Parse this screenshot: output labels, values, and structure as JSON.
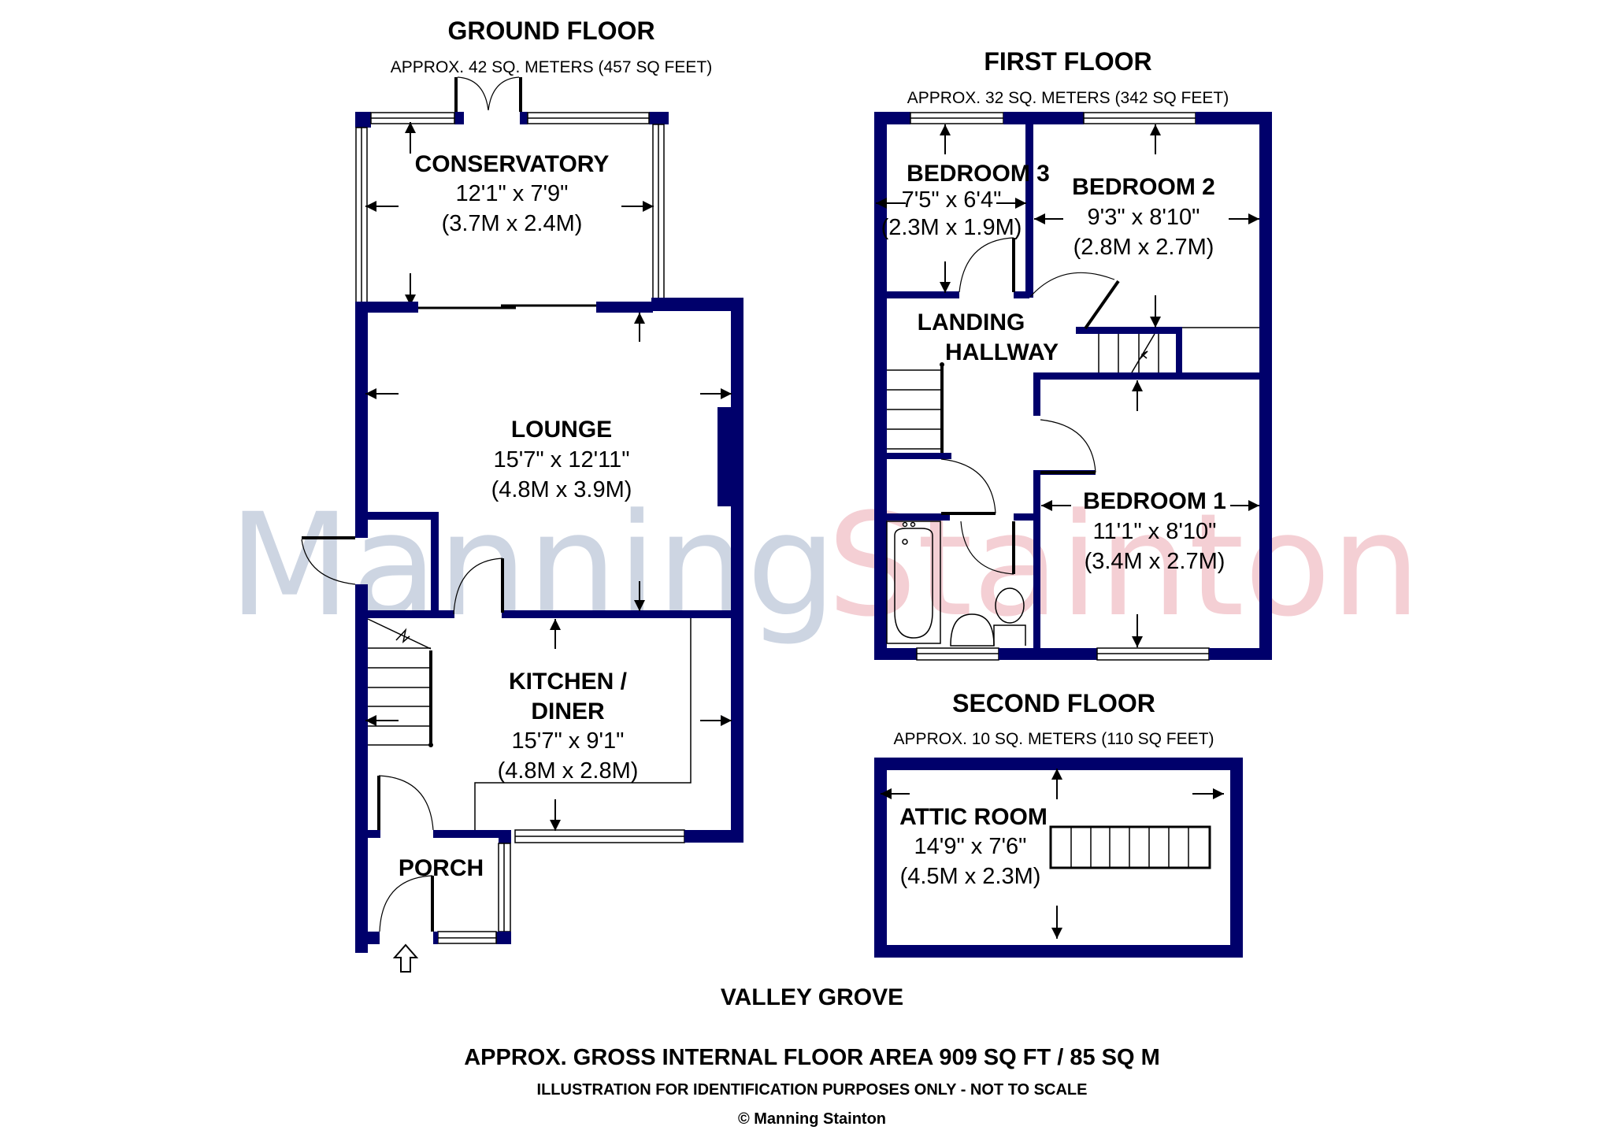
{
  "watermark": {
    "part1": "Manning",
    "part2": "Stainton",
    "color1": "#cdd5e2",
    "color2": "#f4cfd4"
  },
  "colors": {
    "wall": "#00006b",
    "background": "#ffffff"
  },
  "ground_floor": {
    "title": "GROUND FLOOR",
    "area": "APPROX. 42 SQ. METERS (457 SQ FEET)",
    "rooms": [
      {
        "name": "CONSERVATORY",
        "dim_imperial": "12'1\" x 7'9\"",
        "dim_metric": "(3.7M x 2.4M)"
      },
      {
        "name": "LOUNGE",
        "dim_imperial": "15'7\" x 12'11\"",
        "dim_metric": "(4.8M x 3.9M)"
      },
      {
        "name_line1": "KITCHEN /",
        "name_line2": "DINER",
        "dim_imperial": "15'7\" x 9'1\"",
        "dim_metric": "(4.8M x 2.8M)"
      },
      {
        "name": "PORCH"
      }
    ]
  },
  "first_floor": {
    "title": "FIRST FLOOR",
    "area": "APPROX. 32 SQ. METERS (342 SQ FEET)",
    "rooms": [
      {
        "name": "BEDROOM 3",
        "dim_imperial": "7'5\" x 6'4\"",
        "dim_metric": "(2.3M x 1.9M)"
      },
      {
        "name": "BEDROOM 2",
        "dim_imperial": "9'3\" x 8'10\"",
        "dim_metric": "(2.8M x 2.7M)"
      },
      {
        "name_line1": "LANDING",
        "name_line2": "HALLWAY"
      },
      {
        "name": "BEDROOM 1",
        "dim_imperial": "11'1\" x 8'10\"",
        "dim_metric": "(3.4M x 2.7M)"
      }
    ]
  },
  "second_floor": {
    "title": "SECOND FLOOR",
    "area": "APPROX. 10 SQ. METERS (110 SQ FEET)",
    "rooms": [
      {
        "name": "ATTIC ROOM",
        "dim_imperial": "14'9\" x 7'6\"",
        "dim_metric": "(4.5M x 2.3M)"
      }
    ]
  },
  "footer": {
    "address": "VALLEY GROVE",
    "gross_area": "APPROX. GROSS INTERNAL FLOOR AREA 909 SQ FT / 85 SQ M",
    "disclaimer": "ILLUSTRATION FOR IDENTIFICATION PURPOSES ONLY - NOT TO SCALE",
    "copyright": "© Manning Stainton"
  },
  "icons": {
    "entrance": "entrance-arrow-icon"
  }
}
